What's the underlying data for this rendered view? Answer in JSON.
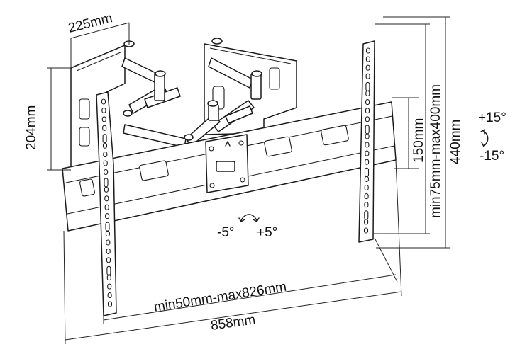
{
  "dimensions": {
    "arm_depth": "225mm",
    "wall_plate_height": "204mm",
    "center_hole_spacing": "150mm",
    "vertical_range": "min75mm-max400mm",
    "overall_height": "440mm",
    "horizontal_range": "min50mm-max826mm",
    "overall_width": "858mm"
  },
  "tilt": {
    "up": "+15°",
    "down": "-15°"
  },
  "swivel": {
    "left": "-5°",
    "right": "+5°"
  },
  "colors": {
    "line": "#1a1a1a",
    "background": "#ffffff"
  }
}
